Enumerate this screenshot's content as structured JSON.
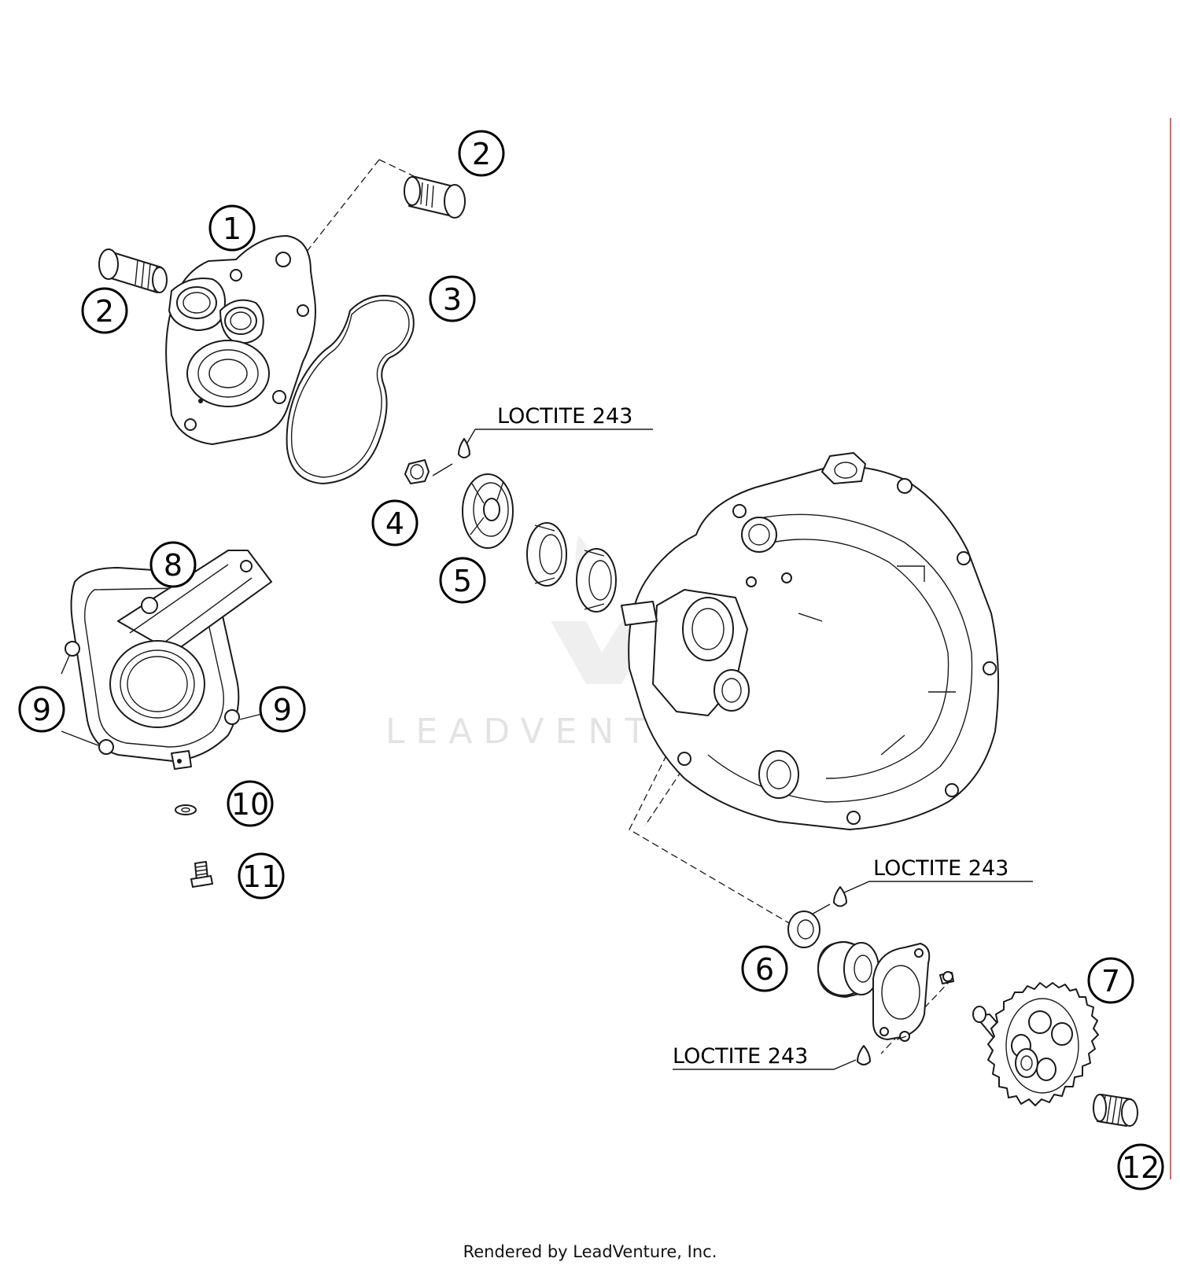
{
  "diagram": {
    "callouts": [
      {
        "label": "1"
      },
      {
        "label": "2"
      },
      {
        "label": "2"
      },
      {
        "label": "3"
      },
      {
        "label": "4"
      },
      {
        "label": "5"
      },
      {
        "label": "6"
      },
      {
        "label": "7"
      },
      {
        "label": "8"
      },
      {
        "label": "9"
      },
      {
        "label": "9"
      },
      {
        "label": "10"
      },
      {
        "label": "11"
      },
      {
        "label": "12"
      }
    ],
    "notes": [
      "LOCTITE 243",
      "LOCTITE 243",
      "LOCTITE 243"
    ],
    "watermark": "LEADVENTURE"
  },
  "footer": {
    "text": "Rendered by LeadVenture, Inc."
  },
  "colors": {
    "line": "#1a1a1a",
    "background": "#ffffff",
    "watermark": "#e3e3e3",
    "margin_rule": "#cc3333"
  }
}
